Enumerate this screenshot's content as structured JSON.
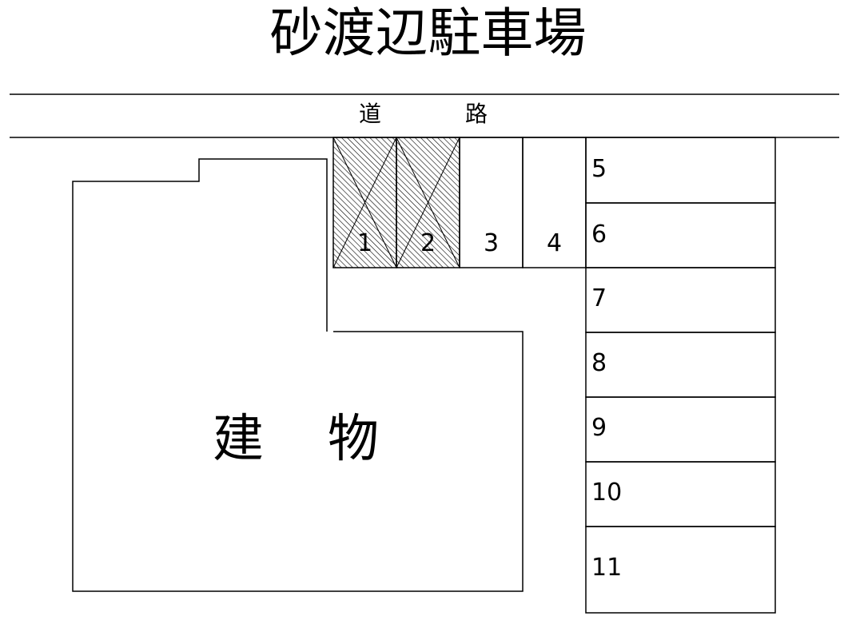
{
  "title": "砂渡辺駐車場",
  "road": {
    "label_left": "道",
    "label_right": "路"
  },
  "building": {
    "label_left": "建",
    "label_right": "物"
  },
  "spaces": {
    "top_row": [
      {
        "number": "1",
        "status": "unavailable"
      },
      {
        "number": "2",
        "status": "unavailable"
      },
      {
        "number": "3",
        "status": "available"
      },
      {
        "number": "4",
        "status": "available"
      }
    ],
    "right_column": [
      {
        "number": "5"
      },
      {
        "number": "6"
      },
      {
        "number": "7"
      },
      {
        "number": "8"
      },
      {
        "number": "9"
      },
      {
        "number": "10"
      },
      {
        "number": "11"
      }
    ]
  },
  "legend_colors": {
    "line": "#000000",
    "background": "#ffffff",
    "hatch": "#000000"
  }
}
